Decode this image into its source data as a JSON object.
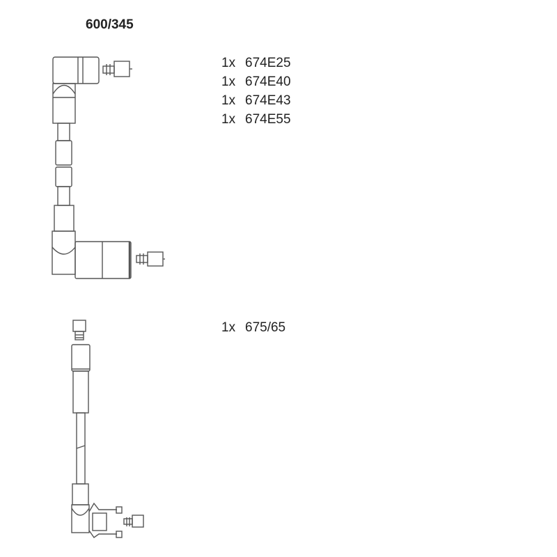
{
  "title": "600/345",
  "groups": [
    {
      "items": [
        {
          "qty": "1x",
          "part": "674E25"
        },
        {
          "qty": "1x",
          "part": "674E40"
        },
        {
          "qty": "1x",
          "part": "674E43"
        },
        {
          "qty": "1x",
          "part": "674E55"
        }
      ]
    },
    {
      "items": [
        {
          "qty": "1x",
          "part": "675/65"
        }
      ]
    }
  ]
}
